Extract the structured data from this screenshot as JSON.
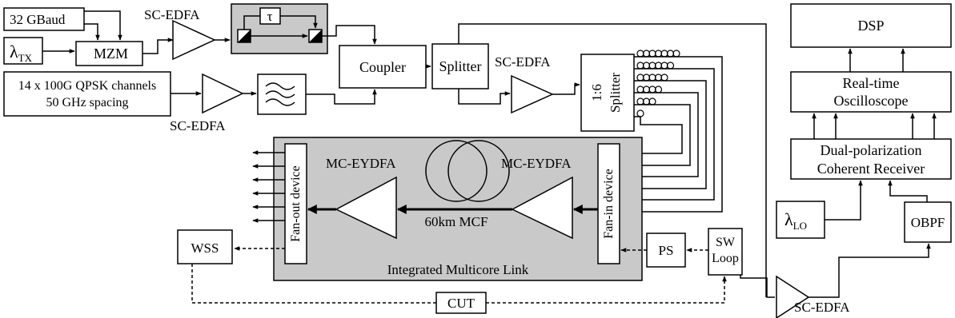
{
  "labels": {
    "baud": "32 GBaud",
    "lambda_tx_main": "λ",
    "lambda_tx_sub": "TX",
    "mzm": "MZM",
    "sc_edfa_1": "SC-EDFA",
    "tau": "τ",
    "qpsk_line1": "14 x 100G QPSK channels",
    "qpsk_line2": "50 GHz spacing",
    "sc_edfa_2": "SC-EDFA",
    "coupler": "Coupler",
    "splitter": "Splitter",
    "sc_edfa_3": "SC-EDFA",
    "splitter16_ratio": "1:6",
    "splitter16_name": "Splitter",
    "dsp": "DSP",
    "osc_line1": "Real-time",
    "osc_line2": "Oscilloscope",
    "rx_line1": "Dual-polarization",
    "rx_line2": "Coherent Receiver",
    "lambda_lo_main": "λ",
    "lambda_lo_sub": "LO",
    "obpf": "OBPF",
    "fan_out": "Fan-out device",
    "fan_in": "Fan-in device",
    "mc_eydfa_left": "MC-EYDFA",
    "mc_eydfa_right": "MC-EYDFA",
    "mcf": "60km MCF",
    "integrated_link": "Integrated Multicore Link",
    "wss": "WSS",
    "ps": "PS",
    "sw_line1": "SW",
    "sw_line2": "Loop",
    "sc_edfa_4": "SC-EDFA",
    "cut": "CUT"
  }
}
